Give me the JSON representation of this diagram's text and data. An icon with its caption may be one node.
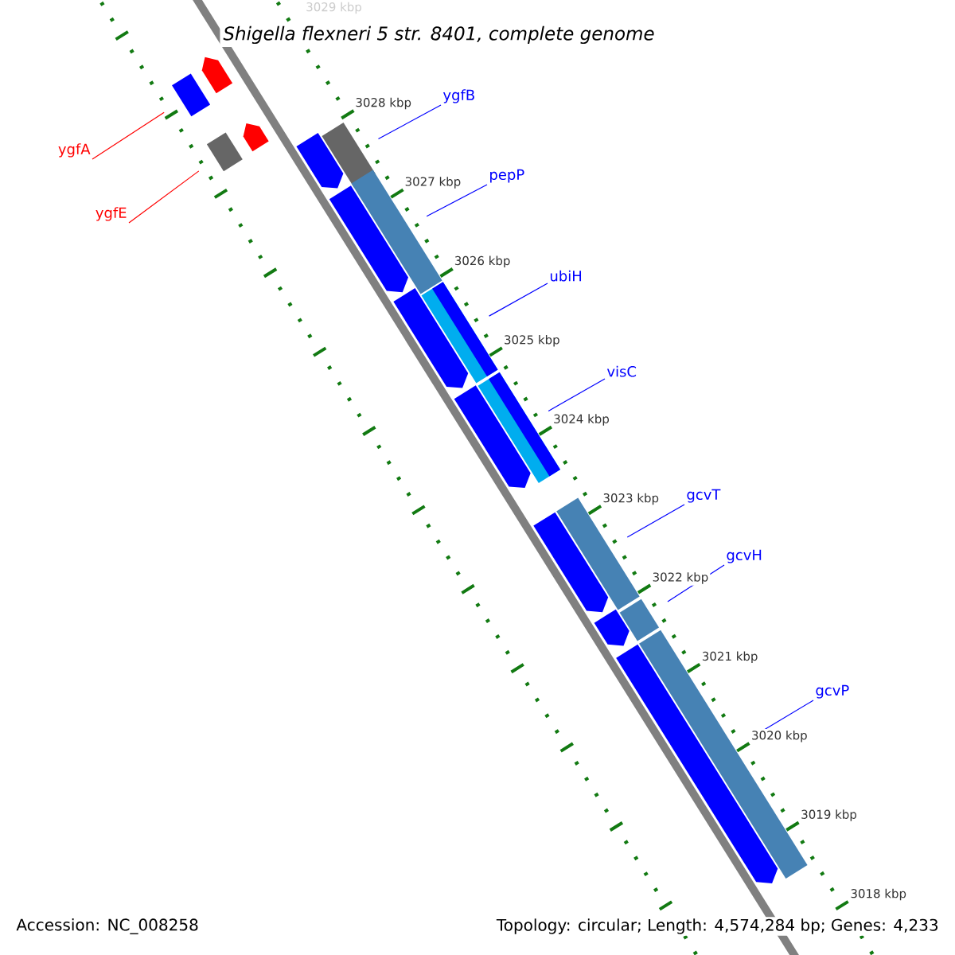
{
  "diagram": {
    "title": "Shigella flexneri 5 str. 8401, complete genome",
    "nodes": [
      {
        "text": [
          "ygfA"
        ]
      },
      {
        "text": [
          "ygfE"
        ]
      },
      {
        "text": [
          "ygfB"
        ]
      },
      {
        "text": [
          "pepP"
        ]
      },
      {
        "text": [
          "ubiH"
        ]
      },
      {
        "text": [
          "visC"
        ]
      },
      {
        "text": [
          "gcvT"
        ]
      },
      {
        "text": [
          "gcvH"
        ]
      },
      {
        "text": [
          "gcvP"
        ]
      },
      {
        "text": [],
        "shape": "bar"
      },
      {
        "text": [],
        "shape": "bar"
      },
      {
        "text": [],
        "shape": "bar"
      },
      {
        "text": [],
        "shape": "bar"
      },
      {
        "text": [],
        "shape": "bar"
      },
      {
        "text": [],
        "shape": "bar"
      },
      {
        "text": [],
        "shape": "bar"
      },
      {
        "text": [],
        "shape": "bar"
      },
      {
        "text": [],
        "shape": "bar"
      }
    ],
    "edges": [
      {
        "from": 0,
        "to": 9,
        "arrow": "none",
        "color": "#ff0000"
      },
      {
        "from": 1,
        "to": 10,
        "arrow": "none",
        "color": "#ff0000"
      },
      {
        "from": 2,
        "to": 11,
        "arrow": "none"
      },
      {
        "from": 3,
        "to": 12,
        "arrow": "none"
      },
      {
        "from": 4,
        "to": 13,
        "arrow": "none"
      },
      {
        "from": 5,
        "to": 14,
        "arrow": "none"
      },
      {
        "from": 6,
        "to": 15,
        "arrow": "none"
      },
      {
        "from": 7,
        "to": 16,
        "arrow": "none"
      },
      {
        "from": 8,
        "to": 17,
        "arrow": "none"
      }
    ],
    "labels": [
      "3029 kbp",
      "3028 kbp",
      "3027 kbp",
      "3026 kbp",
      "3025 kbp",
      "3024 kbp",
      "3023 kbp",
      "3022 kbp",
      "3021 kbp",
      "3020 kbp",
      "3019 kbp",
      "3018 kbp",
      "Accession: NC_008258",
      "Topology: circular; Length: 4,574,284 bp; Genes: 4,233"
    ]
  }
}
